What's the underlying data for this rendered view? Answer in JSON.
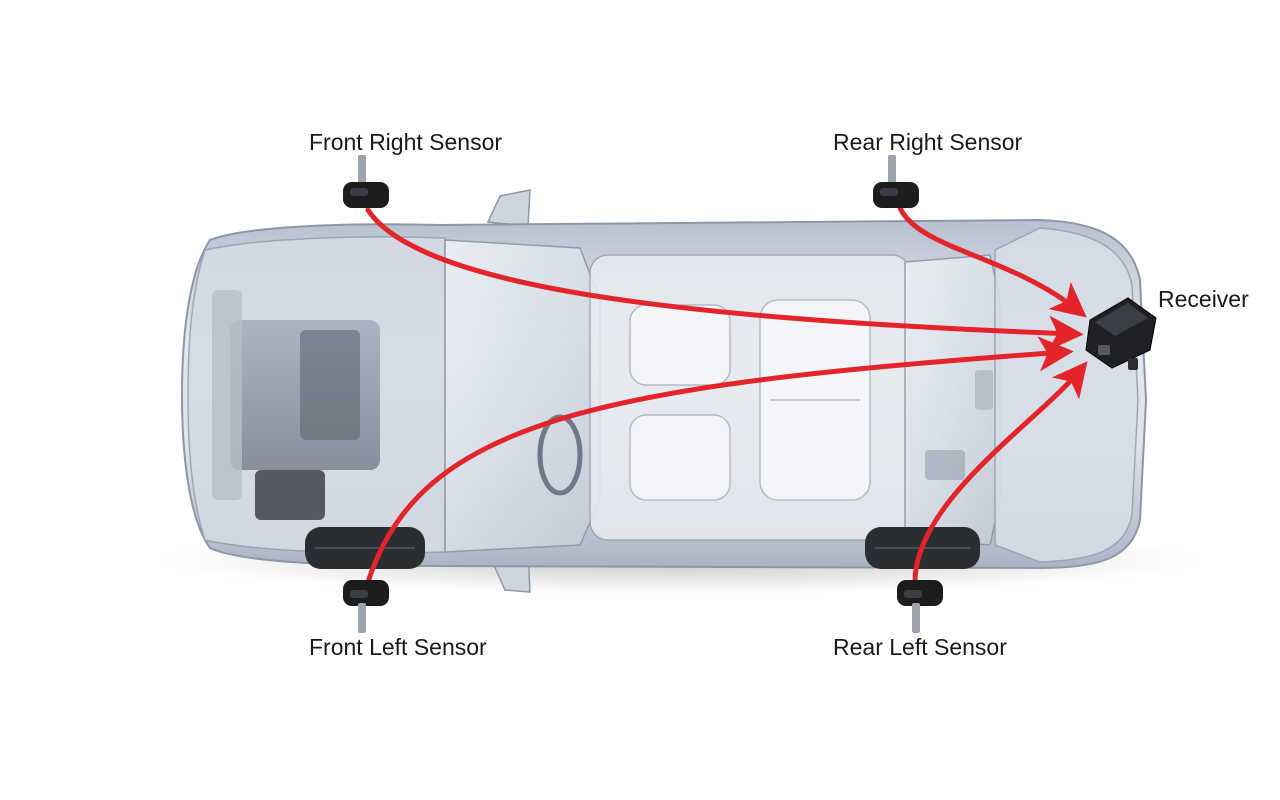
{
  "labels": {
    "front_right": "Front Right Sensor",
    "rear_right": "Rear Right Sensor",
    "front_left": "Front Left Sensor",
    "rear_left": "Rear Left Sensor",
    "receiver": "Receiver"
  },
  "colors": {
    "signal_arrow": "#e3242b",
    "car_body": "#c9d2de",
    "sensor": "#1c1c1c"
  },
  "icons": {
    "vehicle": "car-top-view-icon",
    "sensor": "tpms-sensor-icon",
    "receiver": "receiver-module-icon"
  }
}
